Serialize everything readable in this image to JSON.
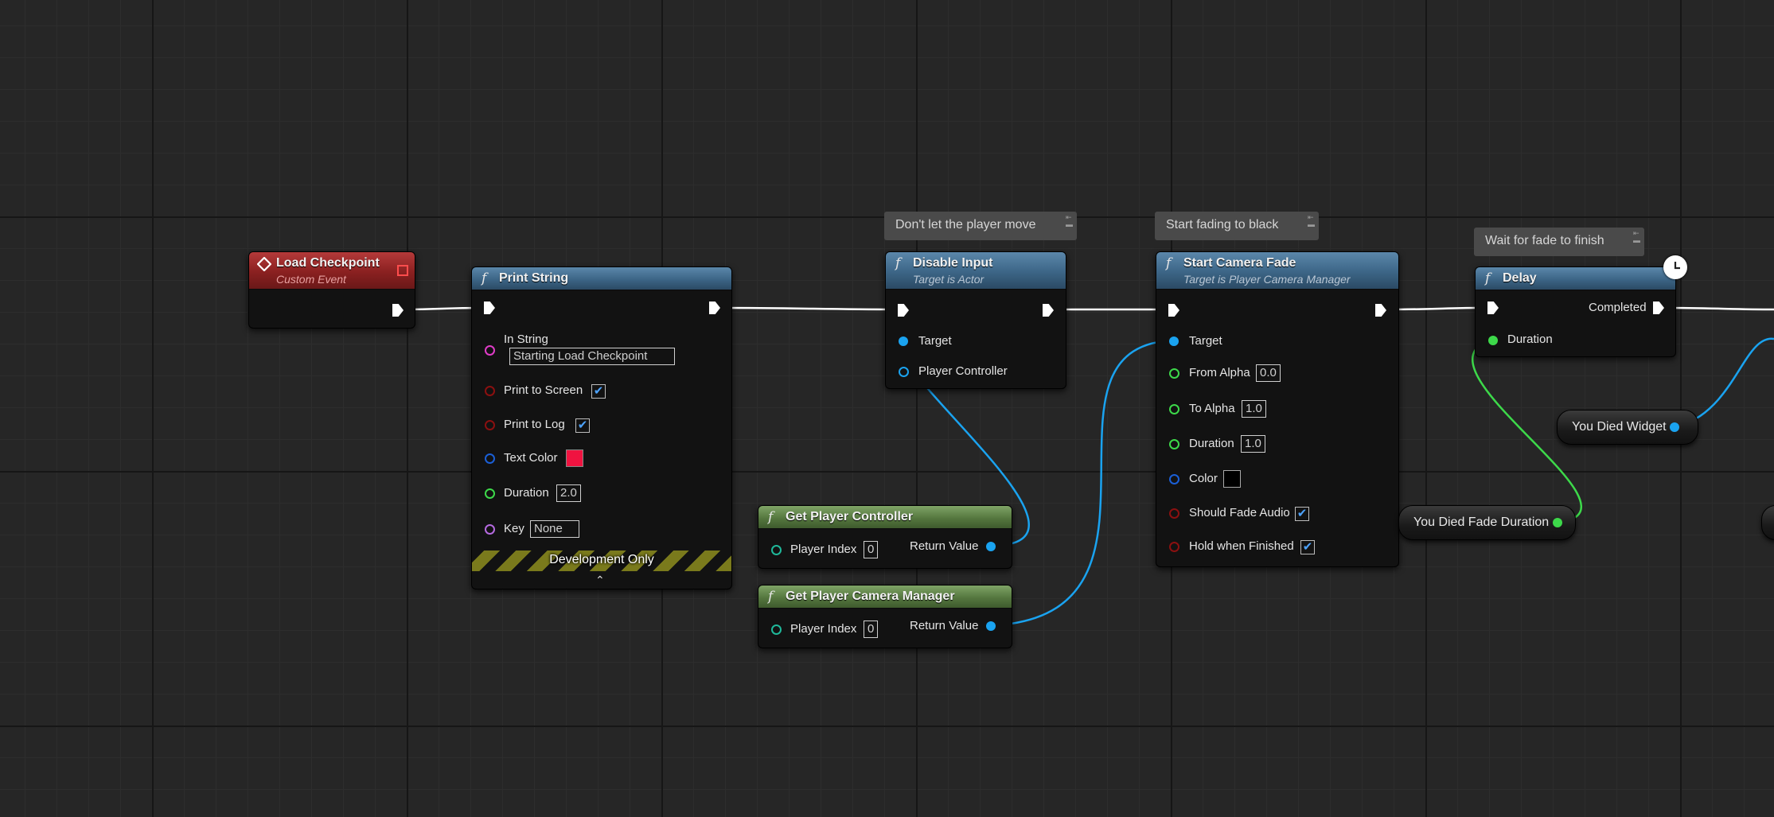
{
  "colors": {
    "exec": "#ffffff",
    "object_pin": "#1aa3f0",
    "float_pin": "#3dd94a",
    "bool_pin": "#8b1010",
    "string_pin": "#e03cc8",
    "struct_pin": "#1b5fd6",
    "int_pin": "#1fb89a",
    "name_pin": "#b56ae0",
    "text_color_swatch": "#f01340",
    "fade_color_swatch": "#000000"
  },
  "load_checkpoint": {
    "title": "Load Checkpoint",
    "subtitle": "Custom Event"
  },
  "print_string": {
    "title": "Print String",
    "in_string_label": "In String",
    "in_string_value": "Starting Load Checkpoint",
    "print_to_screen_label": "Print to Screen",
    "print_to_log_label": "Print to Log",
    "text_color_label": "Text Color",
    "duration_label": "Duration",
    "duration_value": "2.0",
    "key_label": "Key",
    "key_value": "None",
    "dev_only_label": "Development Only"
  },
  "disable_input": {
    "comment": "Don't let the player move",
    "title": "Disable Input",
    "subtitle": "Target is Actor",
    "target_label": "Target",
    "player_controller_label": "Player Controller"
  },
  "start_camera_fade": {
    "comment": "Start fading to black",
    "title": "Start Camera Fade",
    "subtitle": "Target is Player Camera Manager",
    "target_label": "Target",
    "from_alpha_label": "From Alpha",
    "from_alpha_value": "0.0",
    "to_alpha_label": "To Alpha",
    "to_alpha_value": "1.0",
    "duration_label": "Duration",
    "duration_value": "1.0",
    "color_label": "Color",
    "should_fade_audio_label": "Should Fade Audio",
    "hold_when_finished_label": "Hold when Finished"
  },
  "delay": {
    "comment": "Wait for fade to finish",
    "title": "Delay",
    "completed_label": "Completed",
    "duration_label": "Duration"
  },
  "get_player_controller": {
    "title": "Get Player Controller",
    "player_index_label": "Player Index",
    "player_index_value": "0",
    "return_label": "Return Value"
  },
  "get_player_camera_manager": {
    "title": "Get Player Camera Manager",
    "player_index_label": "Player Index",
    "player_index_value": "0",
    "return_label": "Return Value"
  },
  "you_died_widget": {
    "label": "You Died Widget"
  },
  "you_died_fade_duration": {
    "label": "You Died Fade Duration"
  }
}
